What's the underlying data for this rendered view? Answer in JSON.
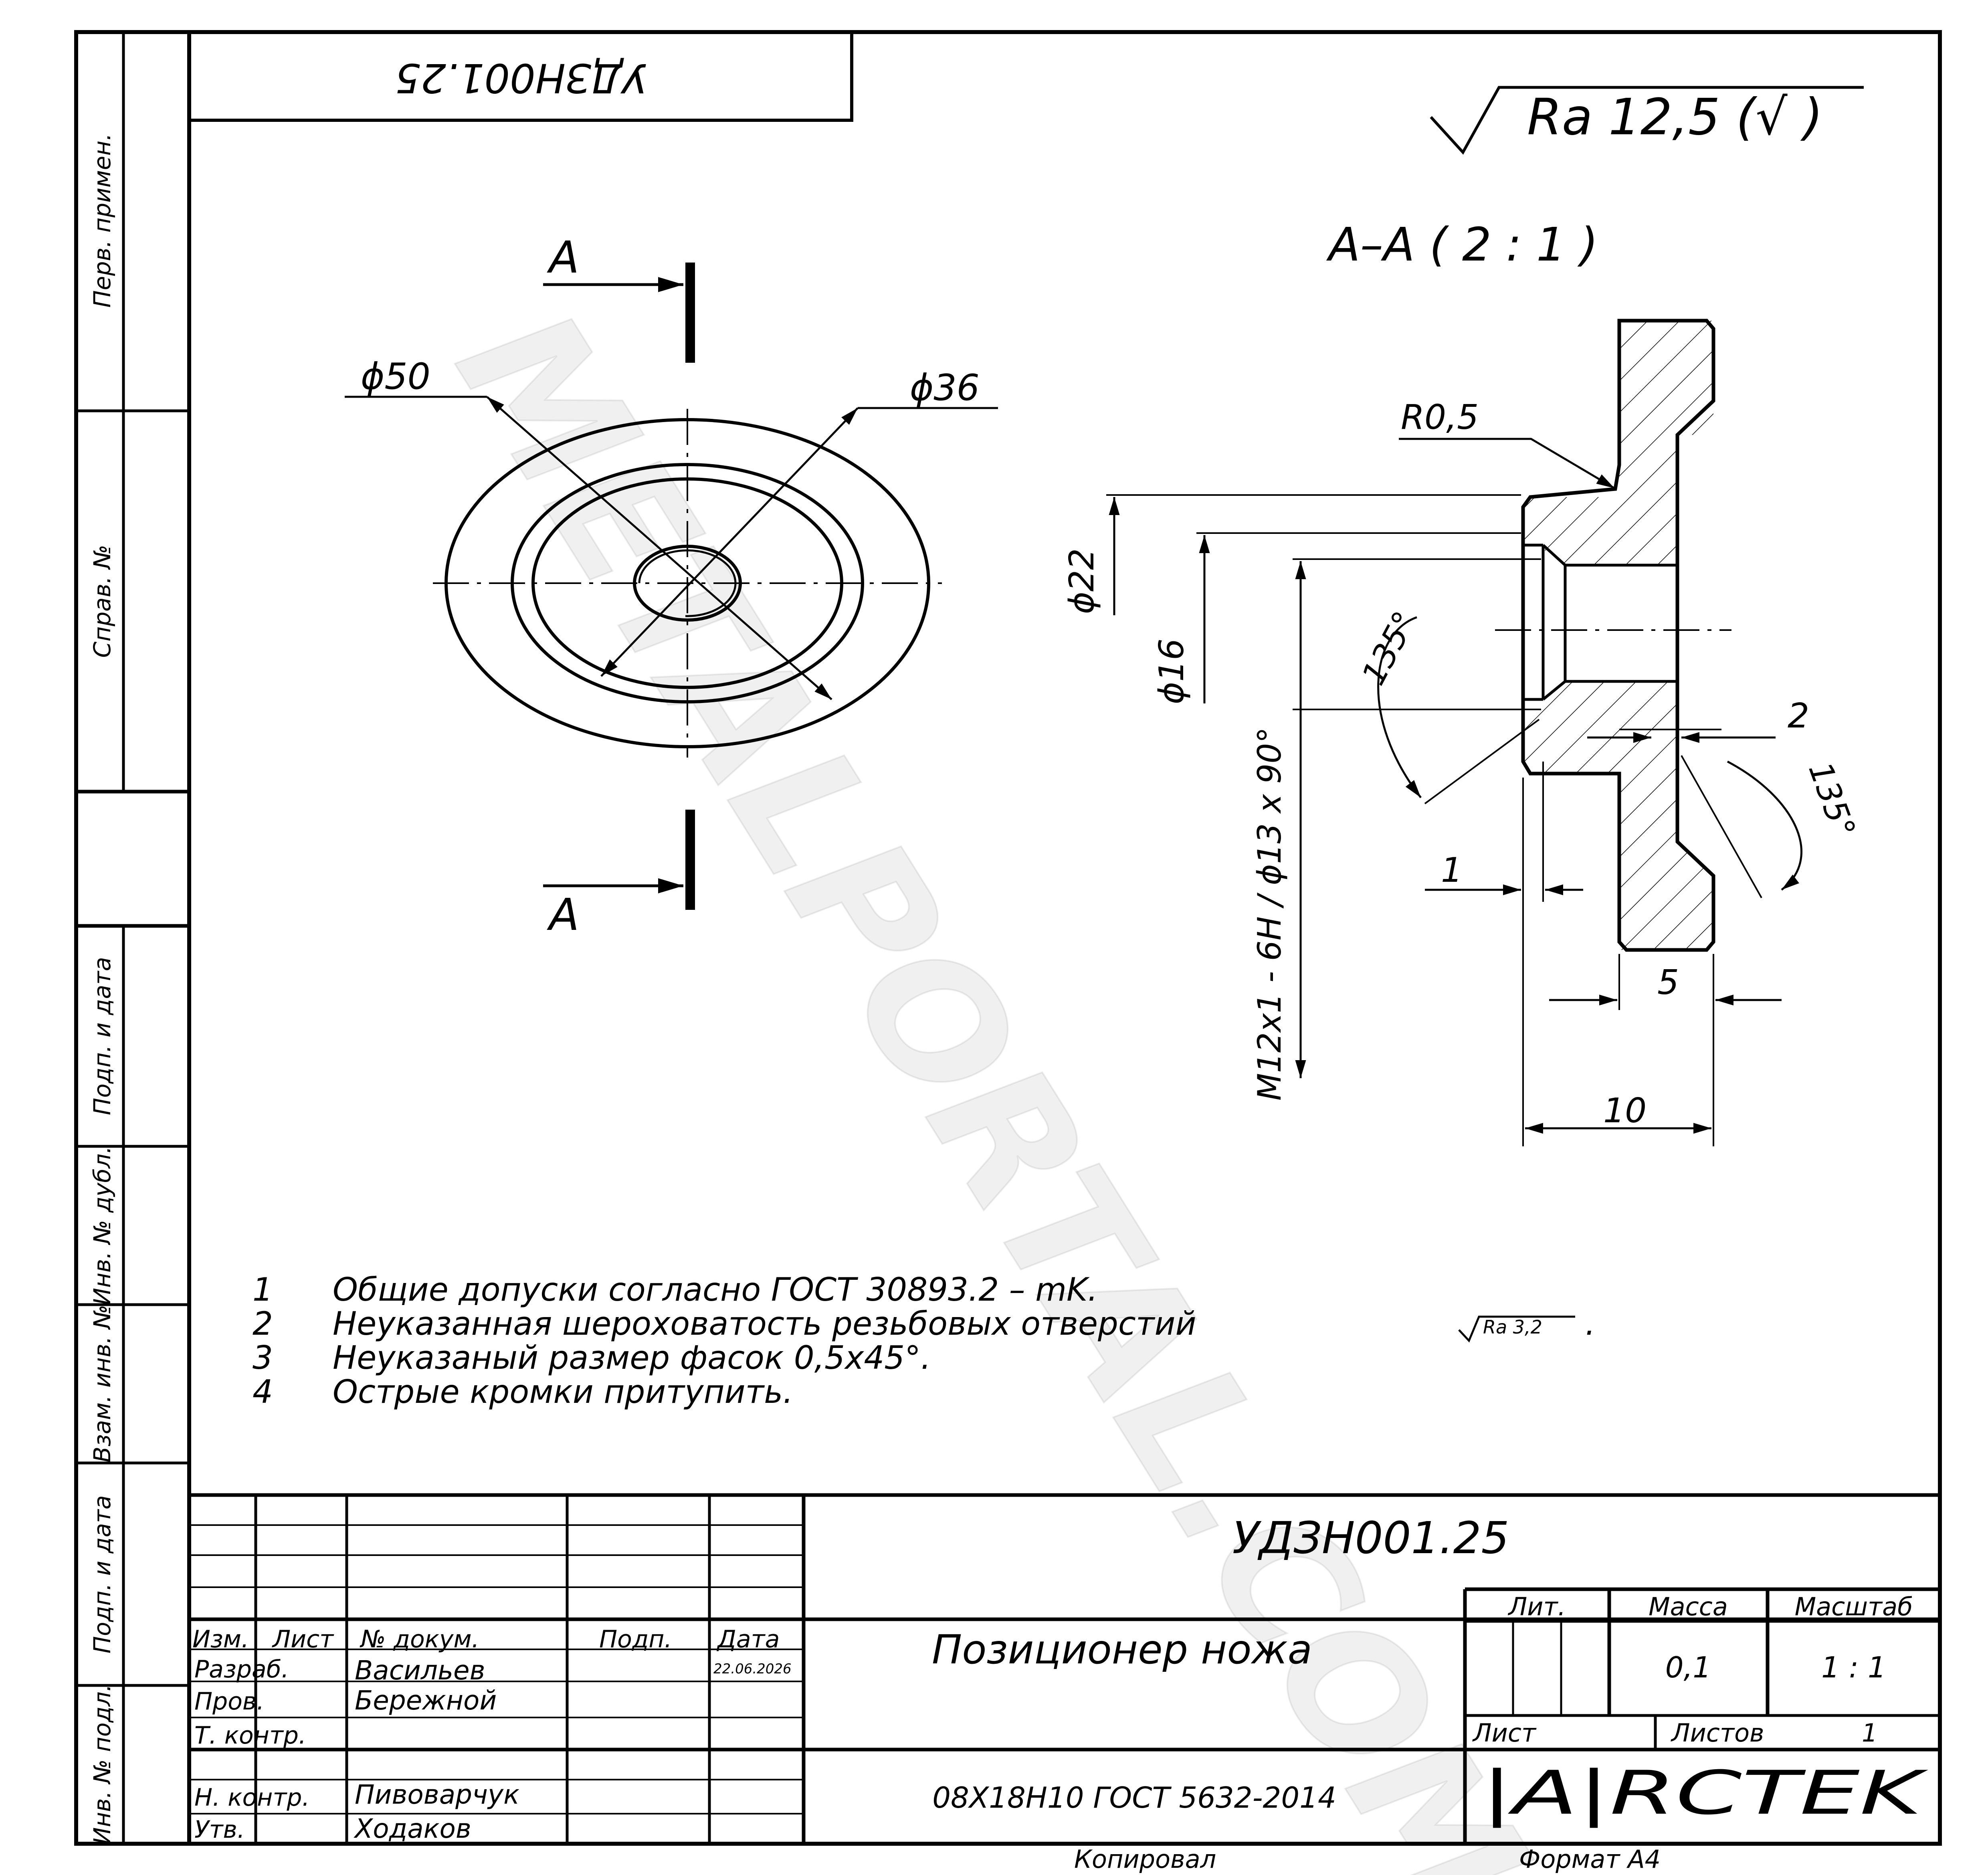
{
  "stamp": {
    "inverted_code": "УДЗН001.25",
    "designation": "УДЗН001.25",
    "part_name": "Позиционер ножа",
    "material": "08Х18Н10 ГОСТ 5632-2014",
    "headers": {
      "izm": "Изм.",
      "list": "Лист",
      "doc": "№ докум.",
      "sign": "Подп.",
      "date": "Дата"
    },
    "roles": {
      "developed": "Разраб.",
      "checked": "Пров.",
      "tech_control": "Т. контр.",
      "norm_control": "Н. контр.",
      "approved": "Утв."
    },
    "names": {
      "developed": "Васильев",
      "checked": "Бережной",
      "norm_control": "Пивоварчук",
      "approved": "Ходаков"
    },
    "date_value": "22.06.2026",
    "lit_label": "Лит.",
    "mass_label": "Масса",
    "scale_label": "Масштаб",
    "mass_value": "0,1",
    "scale_value": "1 : 1",
    "sheet_label": "Лист",
    "sheets_label": "Листов",
    "sheets_value": "1",
    "company_logo": "|A|RCTEK",
    "copied_label": "Копировал",
    "format_label": "Формат А4"
  },
  "side_strip": {
    "first_use": "Перв. примен.",
    "ref_no": "Справ. №",
    "sign_date_top": "Подп. и дата",
    "dup_inv": "Инв. № дубл.",
    "repl_inv": "Взам. инв. №",
    "sign_date_bottom": "Подп. и дата",
    "orig_inv": "Инв. № подл."
  },
  "drawing": {
    "roughness_general": "Ra 12,5 (√ )",
    "section_label": "A",
    "section_title": "A–A ( 2 : 1 )",
    "dim_d50": "ϕ50",
    "dim_d36": "ϕ36",
    "dim_r05": "R0,5",
    "dim_d22": "ϕ22",
    "dim_d16": "ϕ16",
    "dim_thread": "M12x1 - 6H / ϕ13 x 90°",
    "dim_135_left": "135°",
    "dim_135_right": "135°",
    "dim_2": "2",
    "dim_1": "1",
    "dim_5": "5",
    "dim_10": "10"
  },
  "notes": [
    {
      "num": "1",
      "text": "Общие допуски согласно ГОСТ 30893.2 – mK."
    },
    {
      "num": "2",
      "text": "Неуказанная шероховатость резьбовых отверстий"
    },
    {
      "num": "3",
      "text": "Неуказаный размер фасок 0,5x45°."
    },
    {
      "num": "4",
      "text": "Острые кромки притупить."
    }
  ],
  "note2_roughness": "Ra 3,2",
  "note2_tail": ".",
  "watermark": "METALPORTAL.COM"
}
